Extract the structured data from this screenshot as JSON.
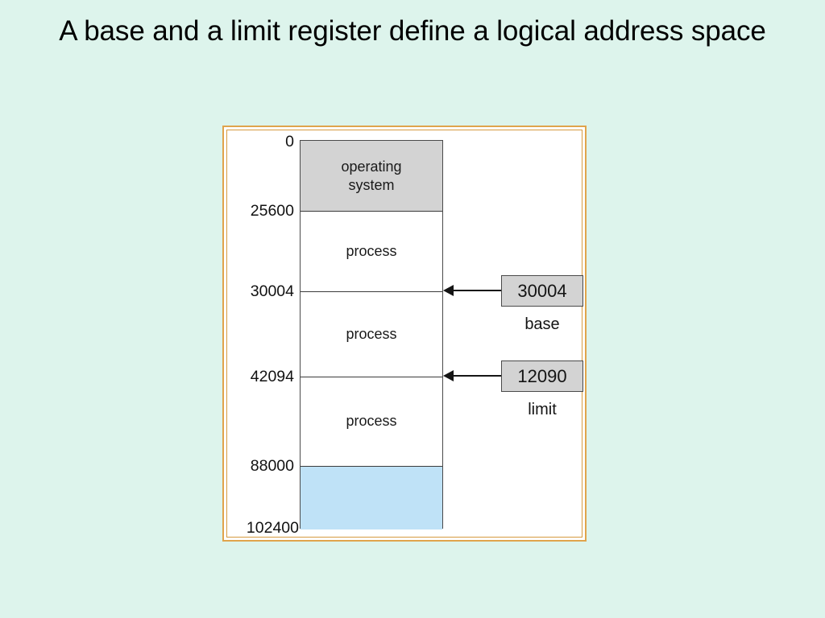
{
  "slide": {
    "title": "A base and a limit register define a logical address space",
    "background_color": "#ddf4ec",
    "frame_border_color": "#e0a44c"
  },
  "chart_data": {
    "type": "diagram",
    "title": "A base and a limit register define a logical address space",
    "description": "Physical memory map divided into the operating system region and three process regions, with base and limit registers pointing at the bounds of the middle process.",
    "address_labels": [
      "0",
      "25600",
      "30004",
      "42094",
      "88000",
      "102400"
    ],
    "addresses": [
      0,
      25600,
      30004,
      42094,
      88000,
      102400
    ],
    "memory_blocks": [
      {
        "label": "operating system",
        "start": 0,
        "end": 25600,
        "fill": "#d3d3d3"
      },
      {
        "label": "process",
        "start": 25600,
        "end": 30004,
        "fill": "#ffffff"
      },
      {
        "label": "process",
        "start": 30004,
        "end": 42094,
        "fill": "#ffffff"
      },
      {
        "label": "process",
        "start": 42094,
        "end": 88000,
        "fill": "#ffffff"
      },
      {
        "label": "",
        "start": 88000,
        "end": 102400,
        "fill": "#bfe2f7"
      }
    ],
    "registers": [
      {
        "value": "30004",
        "caption": "base",
        "points_to_address": 30004
      },
      {
        "value": "12090",
        "caption": "limit",
        "points_to_address": 42094
      }
    ]
  },
  "memory": {
    "os_block_label": "operating system",
    "process_1_label": "process",
    "process_2_label": "process",
    "process_3_label": "process",
    "free_block_label": ""
  },
  "addresses": {
    "a0": "0",
    "a1": "25600",
    "a2": "30004",
    "a3": "42094",
    "a4": "88000",
    "a5": "102400"
  },
  "registers": {
    "base_value": "30004",
    "base_caption": "base",
    "limit_value": "12090",
    "limit_caption": "limit"
  }
}
